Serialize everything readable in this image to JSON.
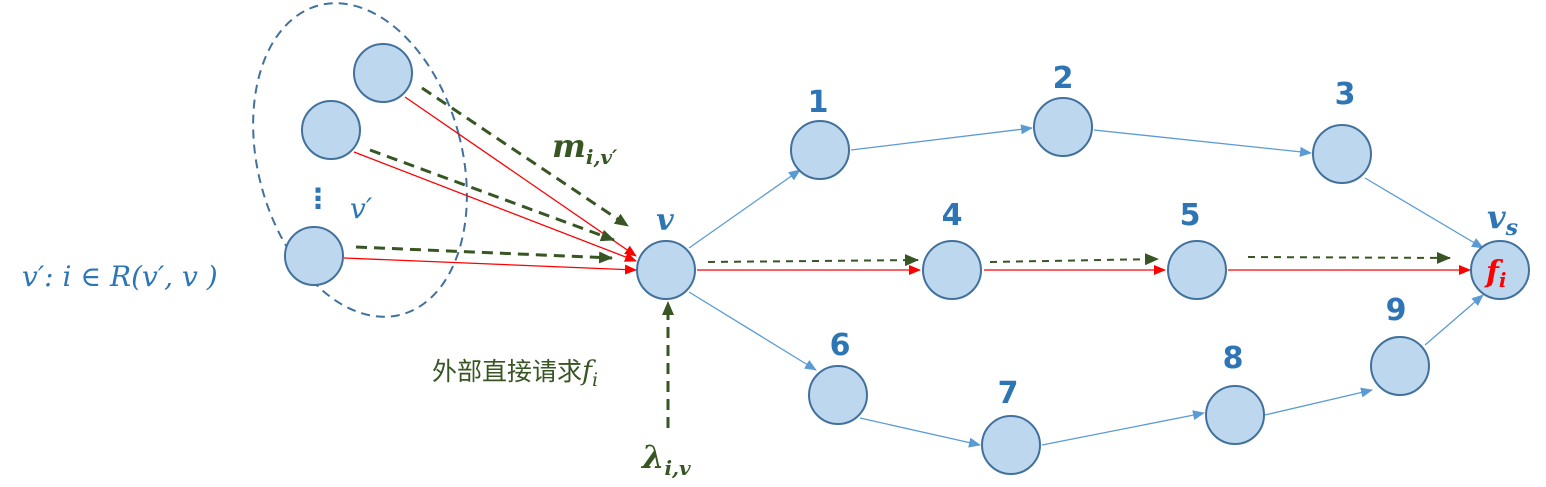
{
  "labels": {
    "n1": "1",
    "n2": "2",
    "n3": "3",
    "n4": "4",
    "n5": "5",
    "n6": "6",
    "n7": "7",
    "n8": "8",
    "n9": "9",
    "v": "v",
    "vs_base": "v",
    "vs_sub": "s",
    "fi_base": "f",
    "fi_sub": "i",
    "m_base": "m",
    "m_sub": "i,v′",
    "vprime": "v′",
    "vprime_set": "v′: i ∈ R(v′, v )",
    "ellipsis": "⋮",
    "external_request": "外部直接请求",
    "external_f": "f",
    "external_f_sub": "i",
    "lambda_base": "λ",
    "lambda_sub": "i,v"
  },
  "colors": {
    "node_fill": "#bdd7ee",
    "node_stroke": "#41719c",
    "number_blue": "#2e75b6",
    "edge_blue": "#5b9bd5",
    "edge_red": "#ff0000",
    "dash_green": "#375623",
    "set_text_blue": "#2e75b6"
  }
}
